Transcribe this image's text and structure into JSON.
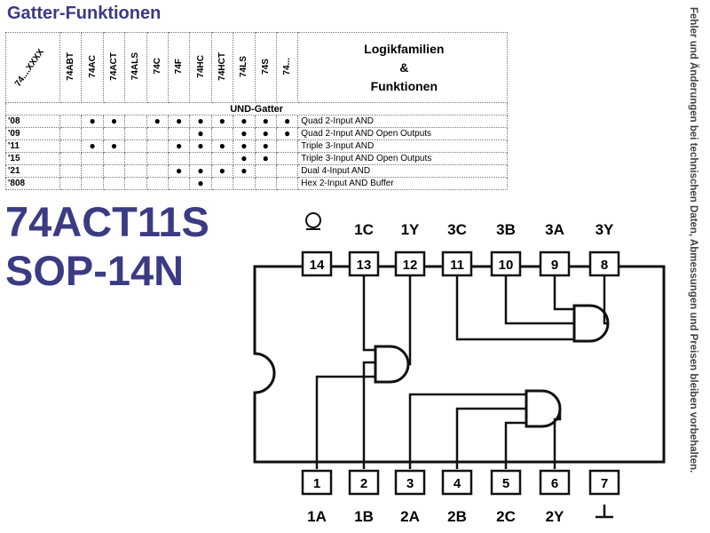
{
  "header": {
    "title": "Gatter-Funktionen"
  },
  "side_note": "Fehler und Änderungen bei technischen Daten, Abmessungen und Preisen bleiben vorbehalten.",
  "table": {
    "corner": "74....XXXX",
    "families": [
      "74ABT",
      "74AC",
      "74ACT",
      "74ALS",
      "74C",
      "74F",
      "74HC",
      "74HCT",
      "74LS",
      "74S",
      "74..."
    ],
    "header_right": [
      "Logikfamilien",
      "&",
      "Funktionen"
    ],
    "section": "UND-Gatter",
    "dot_char": "●",
    "rows": [
      {
        "code": "'08",
        "marks": [
          0,
          1,
          1,
          0,
          1,
          1,
          1,
          1,
          1,
          1,
          1
        ],
        "desc": "Quad 2-Input AND"
      },
      {
        "code": "'09",
        "marks": [
          0,
          0,
          0,
          0,
          0,
          0,
          1,
          0,
          1,
          1,
          1
        ],
        "desc": "Quad 2-Input AND Open Outputs"
      },
      {
        "code": "'11",
        "marks": [
          0,
          1,
          1,
          0,
          0,
          1,
          1,
          1,
          1,
          1,
          0
        ],
        "desc": "Triple 3-Input AND"
      },
      {
        "code": "'15",
        "marks": [
          0,
          0,
          0,
          0,
          0,
          0,
          0,
          0,
          1,
          1,
          0
        ],
        "desc": "Triple 3-Input AND Open Outputs"
      },
      {
        "code": "'21",
        "marks": [
          0,
          0,
          0,
          0,
          0,
          1,
          1,
          1,
          1,
          0,
          0
        ],
        "desc": "Dual 4-Input AND"
      },
      {
        "code": "'808",
        "marks": [
          0,
          0,
          0,
          0,
          0,
          0,
          1,
          0,
          0,
          0,
          0
        ],
        "desc": "Hex 2-Input AND Buffer"
      }
    ]
  },
  "part": {
    "name": "74ACT11S",
    "package": "SOP-14N"
  },
  "chip": {
    "top_pins": [
      {
        "num": "14",
        "label": ""
      },
      {
        "num": "13",
        "label": "1C"
      },
      {
        "num": "12",
        "label": "1Y"
      },
      {
        "num": "11",
        "label": "3C"
      },
      {
        "num": "10",
        "label": "3B"
      },
      {
        "num": "9",
        "label": "3A"
      },
      {
        "num": "8",
        "label": "3Y"
      }
    ],
    "bottom_pins": [
      {
        "num": "1",
        "label": "1A"
      },
      {
        "num": "2",
        "label": "1B"
      },
      {
        "num": "3",
        "label": "2A"
      },
      {
        "num": "4",
        "label": "2B"
      },
      {
        "num": "5",
        "label": "2C"
      },
      {
        "num": "6",
        "label": "2Y"
      },
      {
        "num": "7",
        "label": ""
      }
    ],
    "vcc_icon": "vcc-symbol-icon",
    "gnd_icon": "ground-symbol-icon"
  }
}
